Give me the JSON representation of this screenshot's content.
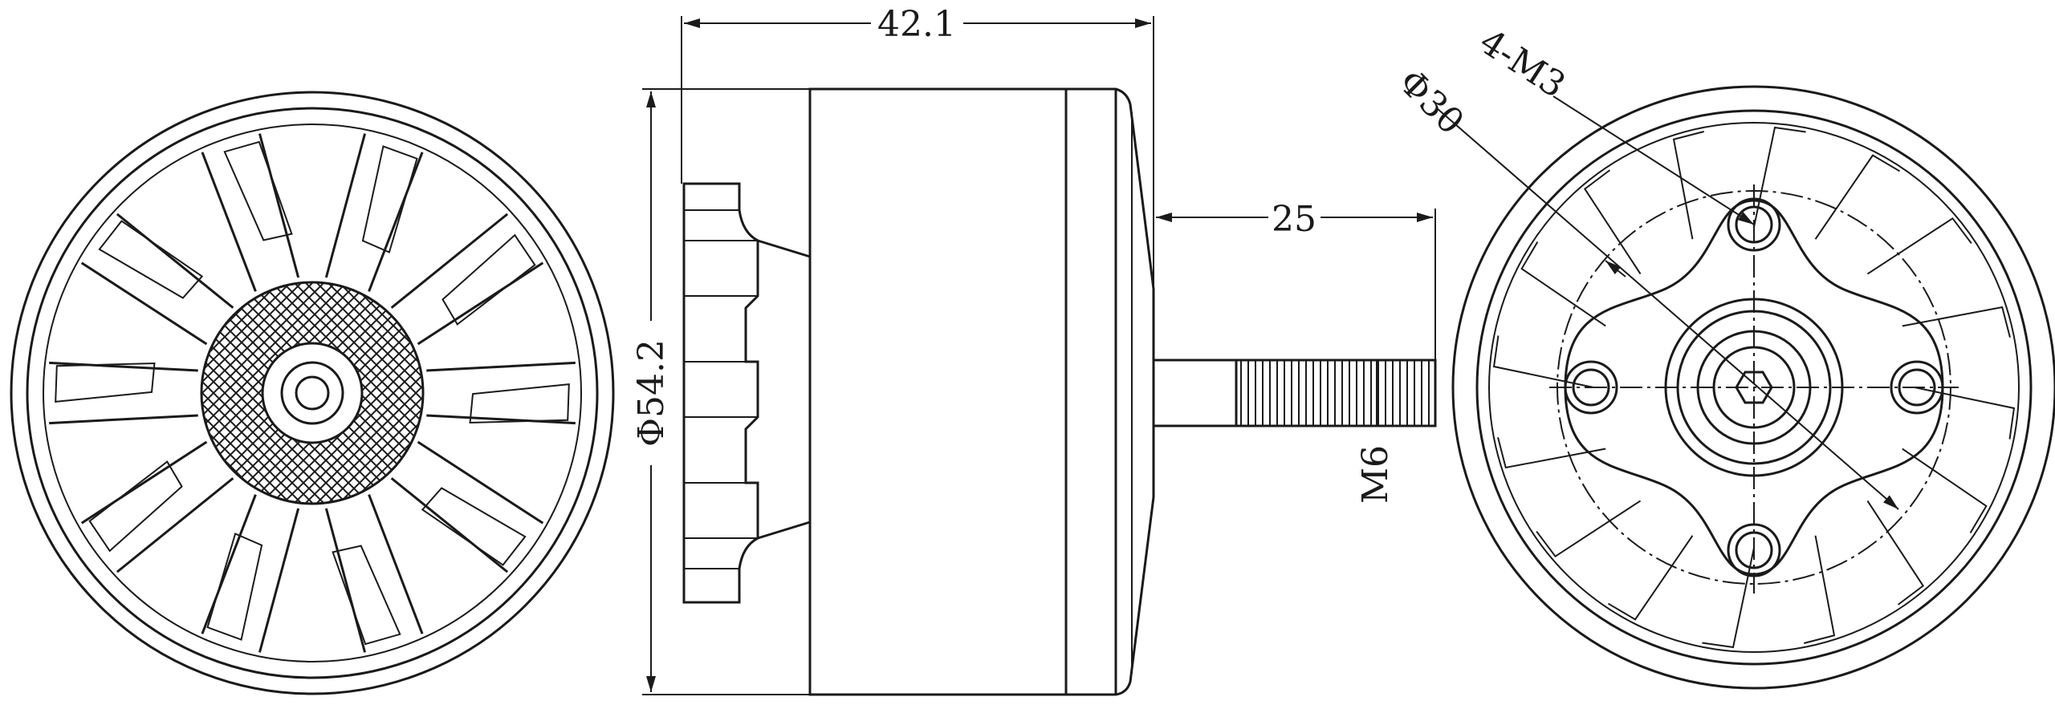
{
  "drawing": {
    "title": "Brushless motor dimension drawing",
    "dimensions": {
      "overall_length": "42.1",
      "shaft_length": "25",
      "diameter": "Φ54.2",
      "shaft_thread": "M6",
      "mount_holes": "4-M3",
      "mount_circle": "Φ30"
    },
    "line_color": "#1a1a1a",
    "background": "#ffffff"
  }
}
